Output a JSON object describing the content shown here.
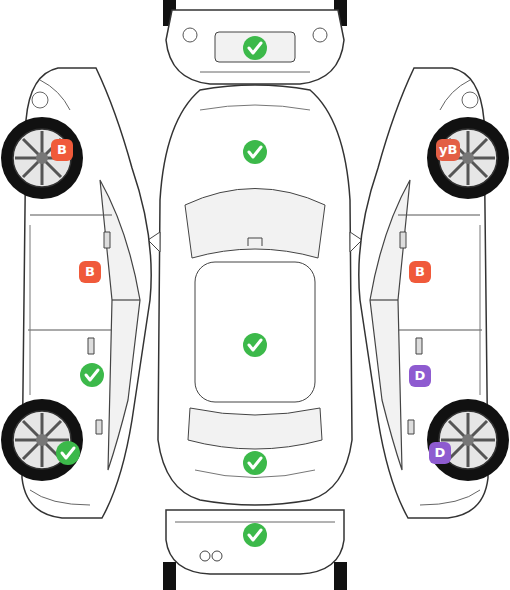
{
  "diagram": {
    "nodes": [
      {
        "text": [
          "B"
        ]
      },
      {
        "text": [
          "yB"
        ]
      },
      {
        "text": [
          "B"
        ]
      },
      {
        "text": [
          "B"
        ]
      },
      {
        "text": [
          "D"
        ]
      },
      {
        "text": [
          "D"
        ]
      }
    ]
  }
}
